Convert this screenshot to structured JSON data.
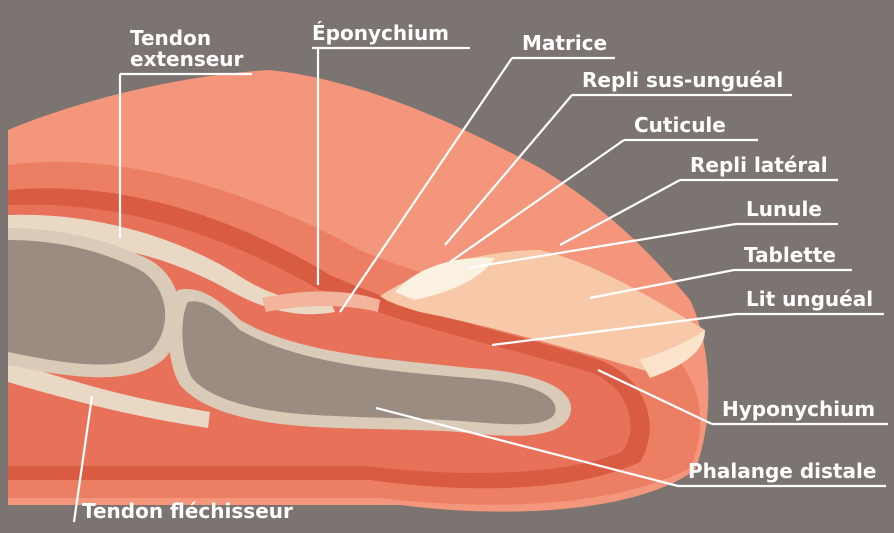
{
  "diagram": {
    "labels": {
      "tendon_extenseur_line1": "Tendon",
      "tendon_extenseur_line2": "extenseur",
      "eponychium": "Éponychium",
      "matrice": "Matrice",
      "repli_sus_ungueal": "Repli sus-unguéal",
      "cuticule": "Cuticule",
      "repli_lateral": "Repli latéral",
      "lunule": "Lunule",
      "tablette": "Tablette",
      "lit_ungueal": "Lit unguéal",
      "hyponychium": "Hyponychium",
      "phalange_distale": "Phalange distale",
      "tendon_flechisseur": "Tendon fléchisseur"
    },
    "colors": {
      "background": "#7c7470",
      "skin_light": "#f3967c",
      "skin_mid": "#ec7f63",
      "skin_dark": "#d95b42",
      "inner_tissue": "#e8715a",
      "bone": "#9a8c80",
      "bone_edge": "#d9cbb8",
      "tendon": "#e9d8c4",
      "nail": "#f7c9a9",
      "lunule": "#fbf1e0",
      "label_text": "#ffffff"
    }
  }
}
